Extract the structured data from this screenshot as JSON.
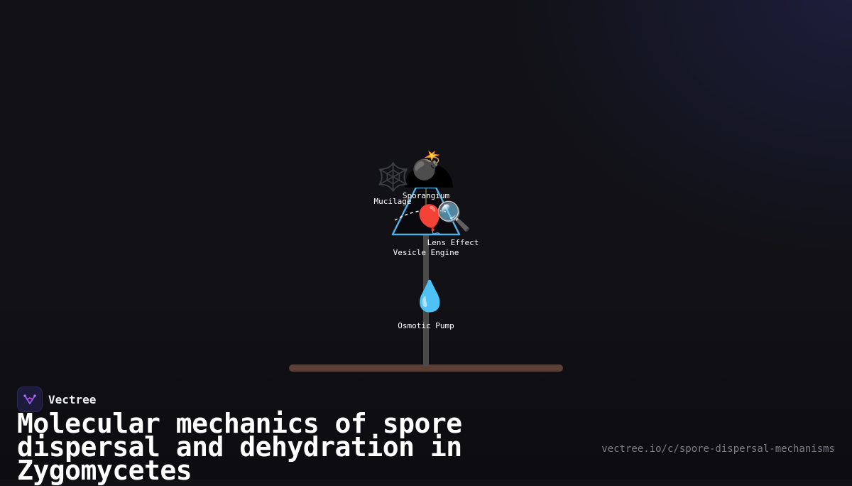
{
  "diagram": {
    "labels": {
      "sporangium": "Sporangium",
      "mucilage": "Mucilage",
      "lens_effect": "Lens Effect",
      "vesicle_engine": "Vesicle Engine",
      "osmotic_pump": "Osmotic Pump"
    },
    "icons": {
      "sporangium": "💣",
      "mucilage": "🕸️",
      "lens_effect": "🔍",
      "vesicle_engine": "🎈",
      "osmotic_pump": "💧"
    },
    "colors": {
      "vesicle_outline": "#4fb0e8",
      "stalk": "#4a4a4a",
      "substrate": "#5c4035",
      "connector": "#9a8a40"
    }
  },
  "brand": {
    "name": "Vectree"
  },
  "footer": {
    "title": "Molecular mechanics of spore dispersal and dehydration in Zygomycetes",
    "url": "vectree.io/c/spore-dispersal-mechanisms"
  }
}
